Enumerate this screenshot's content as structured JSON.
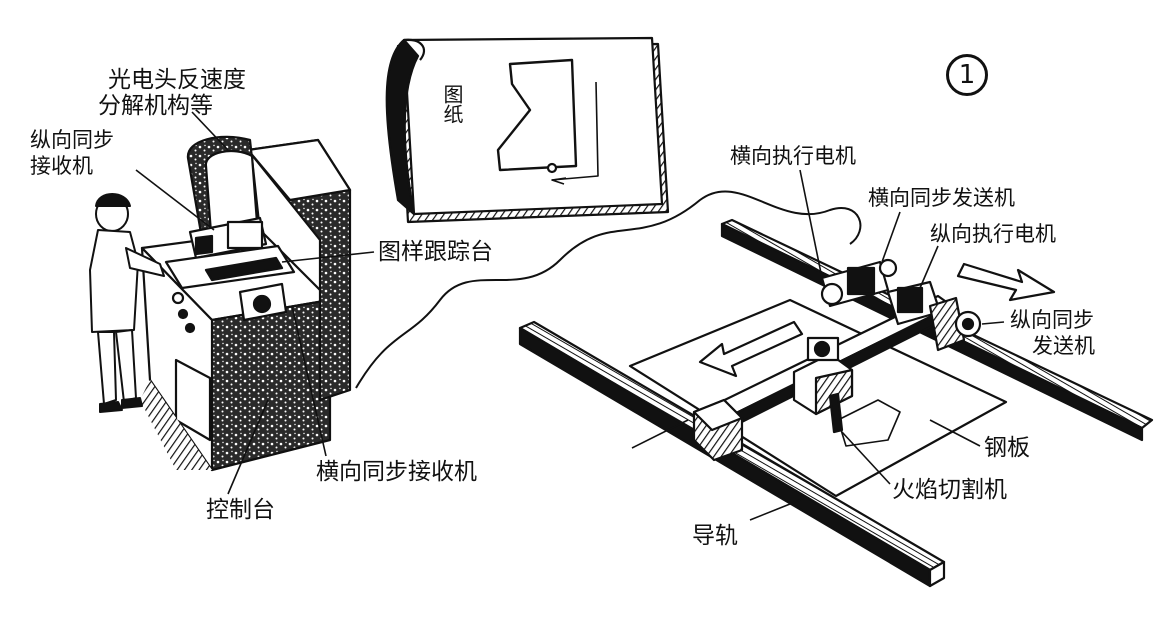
{
  "figure_number": "1",
  "labels": {
    "photo_head": [
      "光电头反速度",
      "分解机构等"
    ],
    "long_sync_receiver": [
      "纵向同步",
      "接收机"
    ],
    "tracing_table": "图样跟踪台",
    "drawing_paper": "图纸",
    "cross_sync_receiver": "横向同步接收机",
    "control_console": "控制台",
    "cross_drive_motor": "横向执行电机",
    "cross_sync_transmitter": "横向同步发送机",
    "long_drive_motor": "纵向执行电机",
    "long_sync_transmitter": [
      "纵向同步",
      "发送机"
    ],
    "steel_plate": "钢板",
    "flame_cutter": "火焰切割机",
    "guide_rail": "导轨"
  },
  "colors": {
    "ink": "#111111",
    "paper": "#ffffff"
  }
}
